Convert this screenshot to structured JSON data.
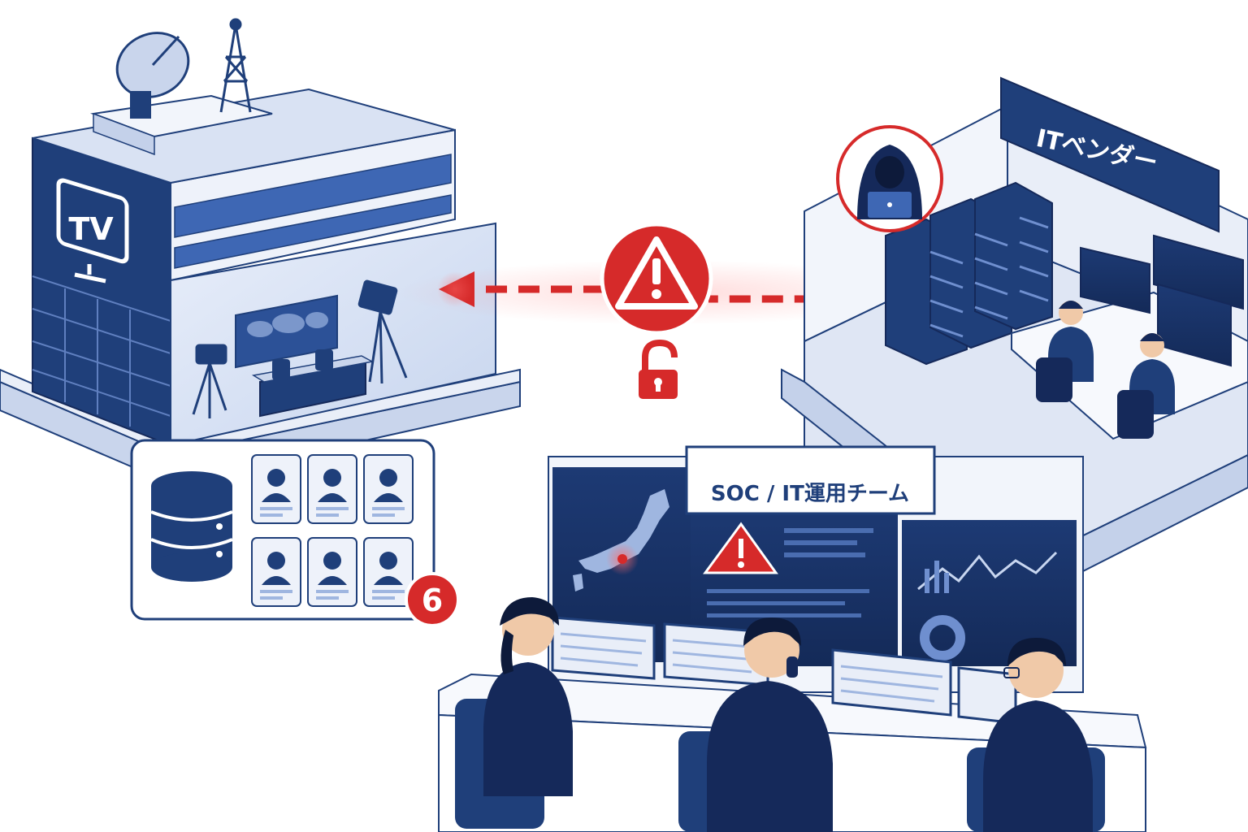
{
  "tv_station": {
    "sign_label": "TV",
    "icon": "tv-icon"
  },
  "vendor": {
    "label": "ITベンダー",
    "attacker_icon": "hooded-hacker-icon"
  },
  "attack_path": {
    "warning_icon": "warning-triangle-icon",
    "unlock_icon": "unlocked-padlock-icon",
    "color": "#d62a2a"
  },
  "data_breach": {
    "database_icon": "database-icon",
    "profile_card_count": 6,
    "badge_number": "6"
  },
  "soc": {
    "label": "SOC / IT運用チーム",
    "map_icon": "japan-map-icon",
    "alert_icon": "warning-triangle-icon"
  },
  "colors": {
    "navy": "#1f3f7a",
    "dark_navy": "#15295a",
    "light_blue": "#dfe7f5",
    "alert_red": "#d62a2a"
  }
}
